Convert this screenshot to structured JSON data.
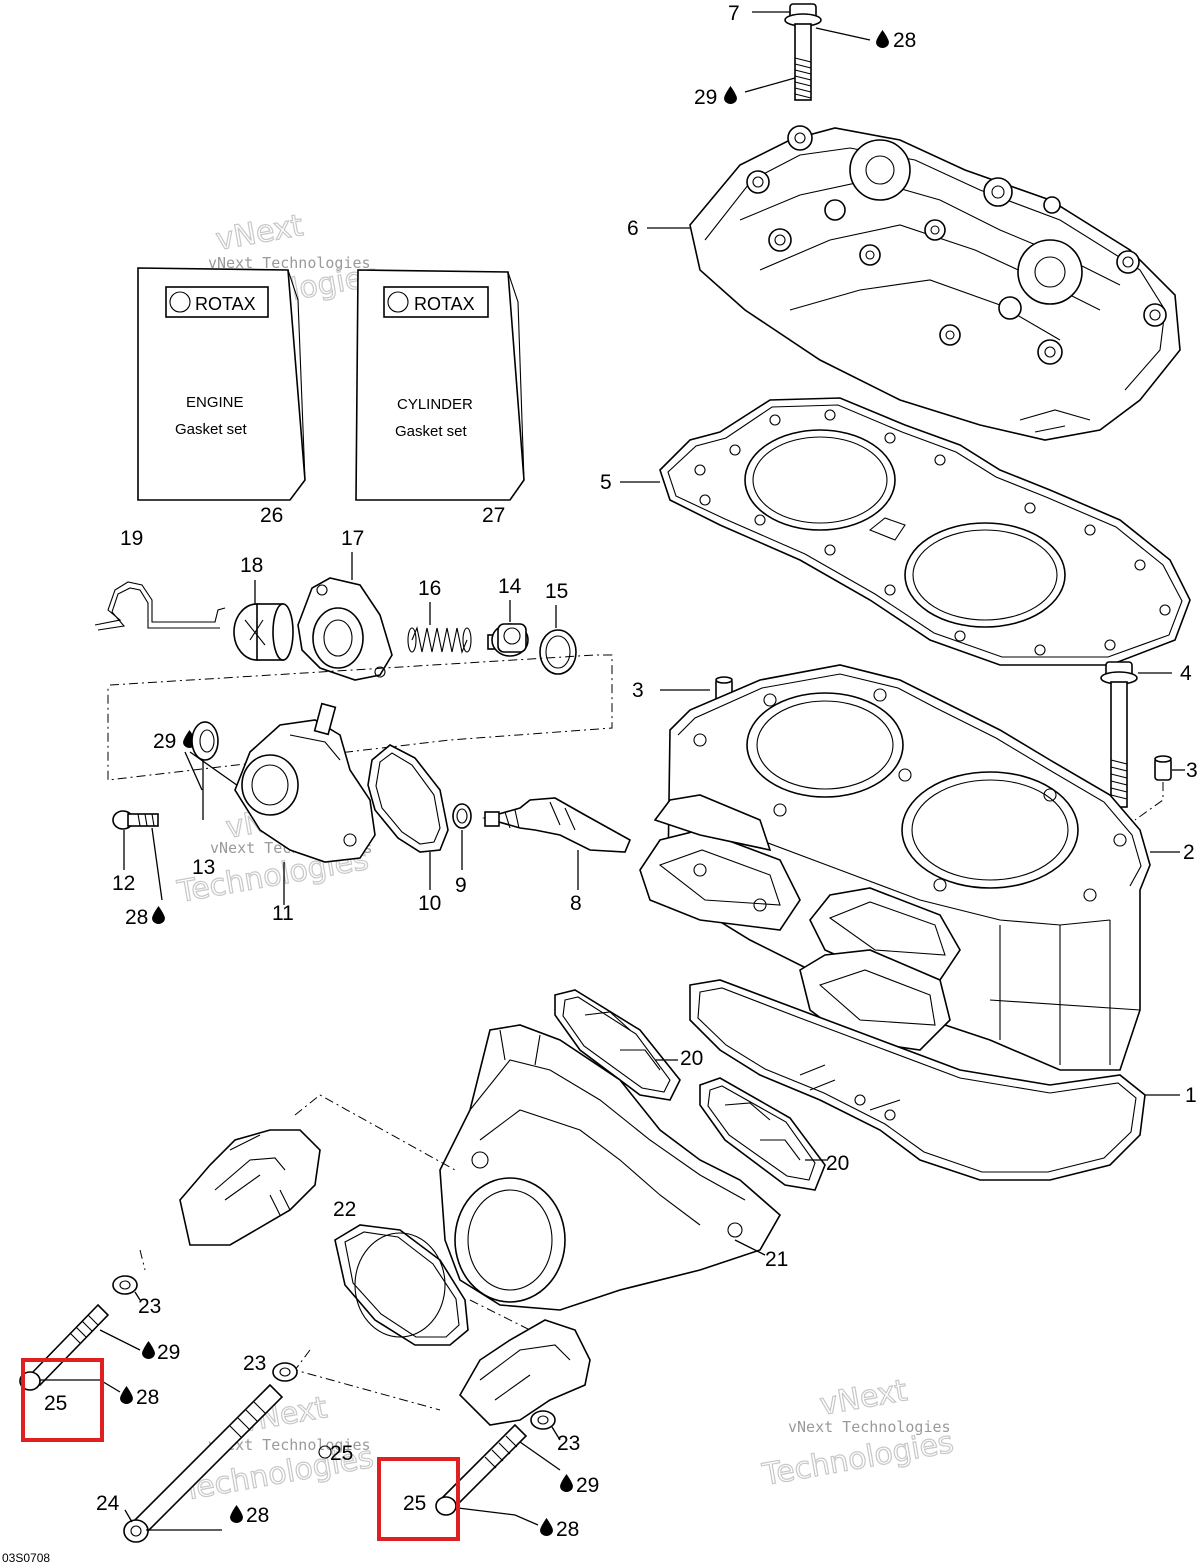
{
  "diagram": {
    "image_code": "03S0708",
    "watermark": {
      "line1": "vNext Technologies",
      "line2a": "vNext",
      "line2b": "Technologies"
    },
    "drop_icon": "oil-drop-icon",
    "highlight_color": "#e02020",
    "packages": {
      "engine": {
        "brand": "ROTAX",
        "line1": "ENGINE",
        "line2": "Gasket set"
      },
      "cylinder": {
        "brand": "ROTAX",
        "line1": "CYLINDER",
        "line2": "Gasket set"
      }
    },
    "labels": {
      "p1": "1",
      "p2": "2",
      "p3a": "3",
      "p3b": "3",
      "p4": "4",
      "p5": "5",
      "p6": "6",
      "p7": "7",
      "p8": "8",
      "p9": "9",
      "p10": "10",
      "p11": "11",
      "p12": "12",
      "p13": "13",
      "p14": "14",
      "p15": "15",
      "p16": "16",
      "p17": "17",
      "p18": "18",
      "p19": "19",
      "p20a": "20",
      "p20b": "20",
      "p21": "21",
      "p22": "22",
      "p23a": "23",
      "p23b": "23",
      "p23c": "23",
      "p24": "24",
      "p25a": "25",
      "p25b": "25",
      "p26": "26",
      "p27": "27",
      "p28a": "28",
      "p28b": "28",
      "p28c": "28",
      "p28d": "28",
      "p28e": "28",
      "p29a": "29",
      "p29b": "29",
      "p29c": "29",
      "p29d": "29",
      "p25c": "25"
    }
  }
}
